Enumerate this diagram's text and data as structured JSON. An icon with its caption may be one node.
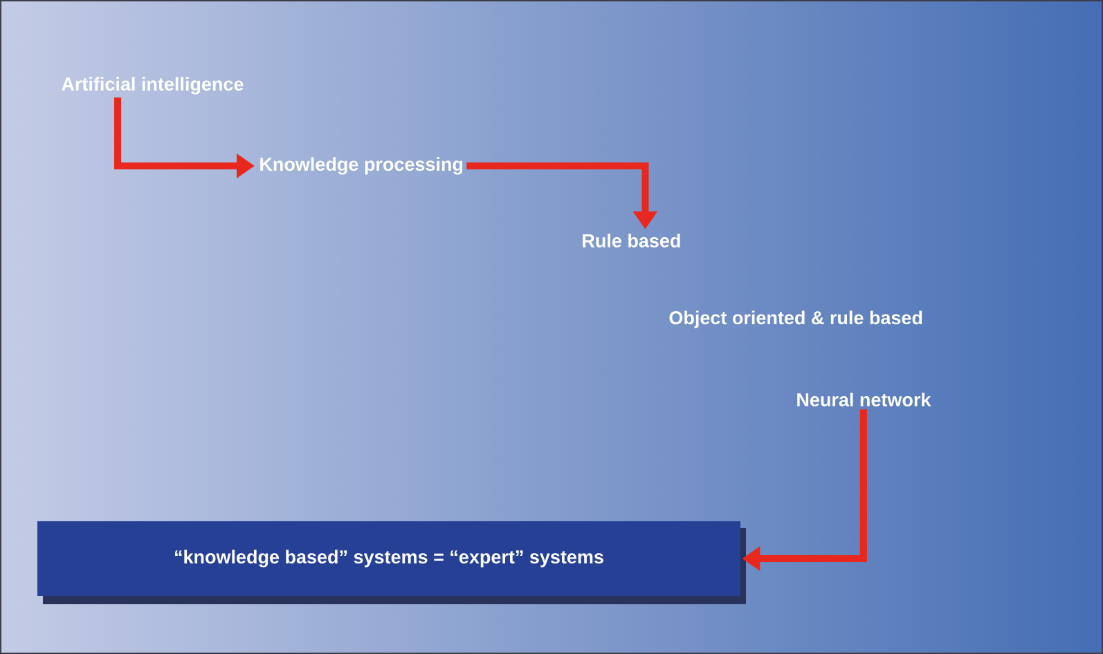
{
  "diagram": {
    "nodes": [
      {
        "text": [
          "Artificial intelligence"
        ]
      },
      {
        "text": [
          "Knowledge processing"
        ]
      },
      {
        "text": [
          "Rule based"
        ]
      },
      {
        "text": [
          "Object oriented & rule based"
        ]
      },
      {
        "text": [
          "Neural network"
        ]
      },
      {
        "text": [
          "“knowledge based” systems = “expert” systems"
        ]
      }
    ],
    "edges": [
      {
        "from": 0,
        "to": 1,
        "arrow": "to"
      },
      {
        "from": 1,
        "to": 2,
        "arrow": "to"
      },
      {
        "from": 4,
        "to": 5,
        "arrow": "to"
      }
    ]
  }
}
